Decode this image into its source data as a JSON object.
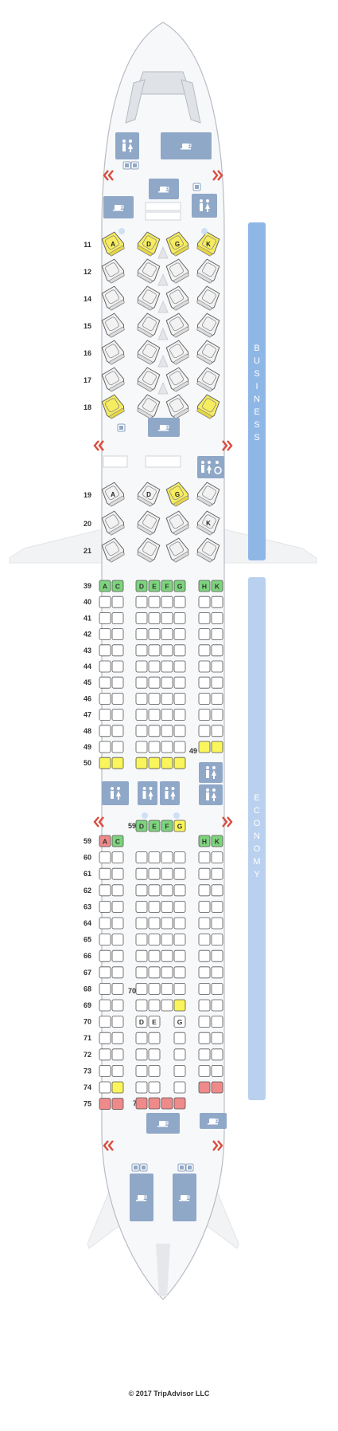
{
  "colors": {
    "fuselage": "#f7f8fa",
    "outline": "#b8bcc3",
    "seat": "#ffffff",
    "seat_stroke": "#555555",
    "extra_legroom": "#7dd47d",
    "preferred": "#f9f55a",
    "limited": "#ee8a8a",
    "business_band": "#8fb7e6",
    "economy_band": "#b9d0ef",
    "facility": "#90a8c8",
    "exit": "#d94b3e",
    "business_seat": "#f2f2f2",
    "business_seat_preferred": "#f6ec5f"
  },
  "labels": {
    "cabin_business": "BUSINESS",
    "cabin_economy": "ECONOMY",
    "copyright": "© 2017 TripAdvisor LLC",
    "business_letters_top": [
      "A",
      "D",
      "G",
      "K"
    ],
    "business_letters_row19": [
      "A",
      "D",
      "G"
    ],
    "business_letter_row20": "K",
    "economy_letters_left": [
      "A",
      "C"
    ],
    "economy_letters_center": [
      "D",
      "E",
      "F",
      "G"
    ],
    "economy_letters_right": [
      "H",
      "K"
    ],
    "row70_center_letters": [
      "D",
      "E",
      "G"
    ],
    "row49_side_label": "49",
    "row59_center_label": "59",
    "row70_center_label": "70",
    "row75_center_label": "75"
  },
  "business_rows": [
    "11",
    "12",
    "14",
    "15",
    "16",
    "17",
    "18",
    "19",
    "20",
    "21"
  ],
  "economy_rows_upper": [
    "39",
    "40",
    "41",
    "42",
    "43",
    "44",
    "45",
    "46",
    "47",
    "48",
    "49",
    "50"
  ],
  "economy_rows_lower": [
    "59",
    "60",
    "61",
    "62",
    "63",
    "64",
    "65",
    "66",
    "67",
    "68",
    "69",
    "70",
    "71",
    "72",
    "73",
    "74",
    "75"
  ],
  "icons": [
    "lavatory-icon",
    "galley-icon",
    "accessible-lavatory-icon",
    "exit-arrow-icon",
    "closet-icon"
  ]
}
